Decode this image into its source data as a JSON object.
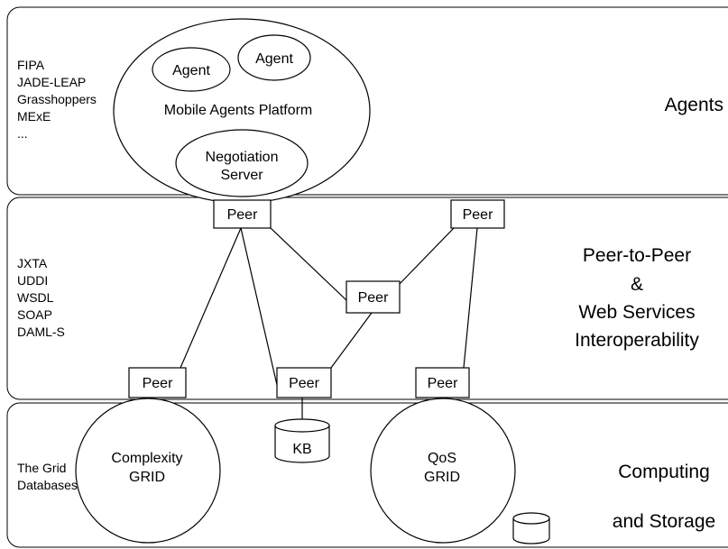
{
  "layers": {
    "agents": {
      "title": "Agents",
      "items": [
        "FIPA",
        "JADE-LEAP",
        "Grasshoppers",
        "MExE",
        "..."
      ]
    },
    "p2p": {
      "title_lines": [
        "Peer-to-Peer",
        "&",
        "Web Services",
        "Interoperability"
      ],
      "items": [
        "JXTA",
        "UDDI",
        "WSDL",
        "SOAP",
        "DAML-S"
      ]
    },
    "computing": {
      "title_lines": [
        "Computing",
        "and Storage"
      ],
      "items": [
        "The Grid",
        "Databases"
      ]
    }
  },
  "platform": {
    "label": "Mobile Agents Platform",
    "agent_label": "Agent",
    "negotiation_lines": [
      "Negotiation",
      "Server"
    ]
  },
  "peer_label": "Peer",
  "grids": {
    "complexity": [
      "Complexity",
      "GRID"
    ],
    "qos": [
      "QoS",
      "GRID"
    ]
  },
  "kb_label": "KB"
}
